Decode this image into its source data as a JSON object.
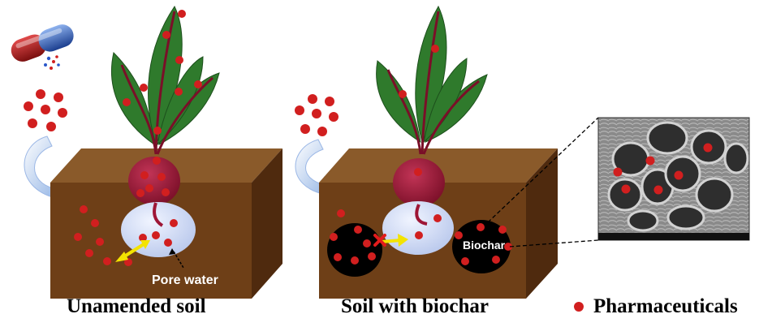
{
  "panels": {
    "left_caption": "Unamended soil",
    "middle_caption": "Soil with biochar"
  },
  "labels": {
    "pore_water": "Pore water",
    "biochar": "Biochar"
  },
  "legend": {
    "label": "Pharmaceuticals"
  },
  "colors": {
    "soil_front": "#6e3f17",
    "soil_top": "#8a5a2a",
    "soil_side": "#4f2a0e",
    "pharma_dot": "#d11f1f",
    "pore_water": "#cdd9f3",
    "beet": "#9e1636",
    "leaf": "#2f7a2c",
    "arrow_yellow": "#f3e300"
  }
}
